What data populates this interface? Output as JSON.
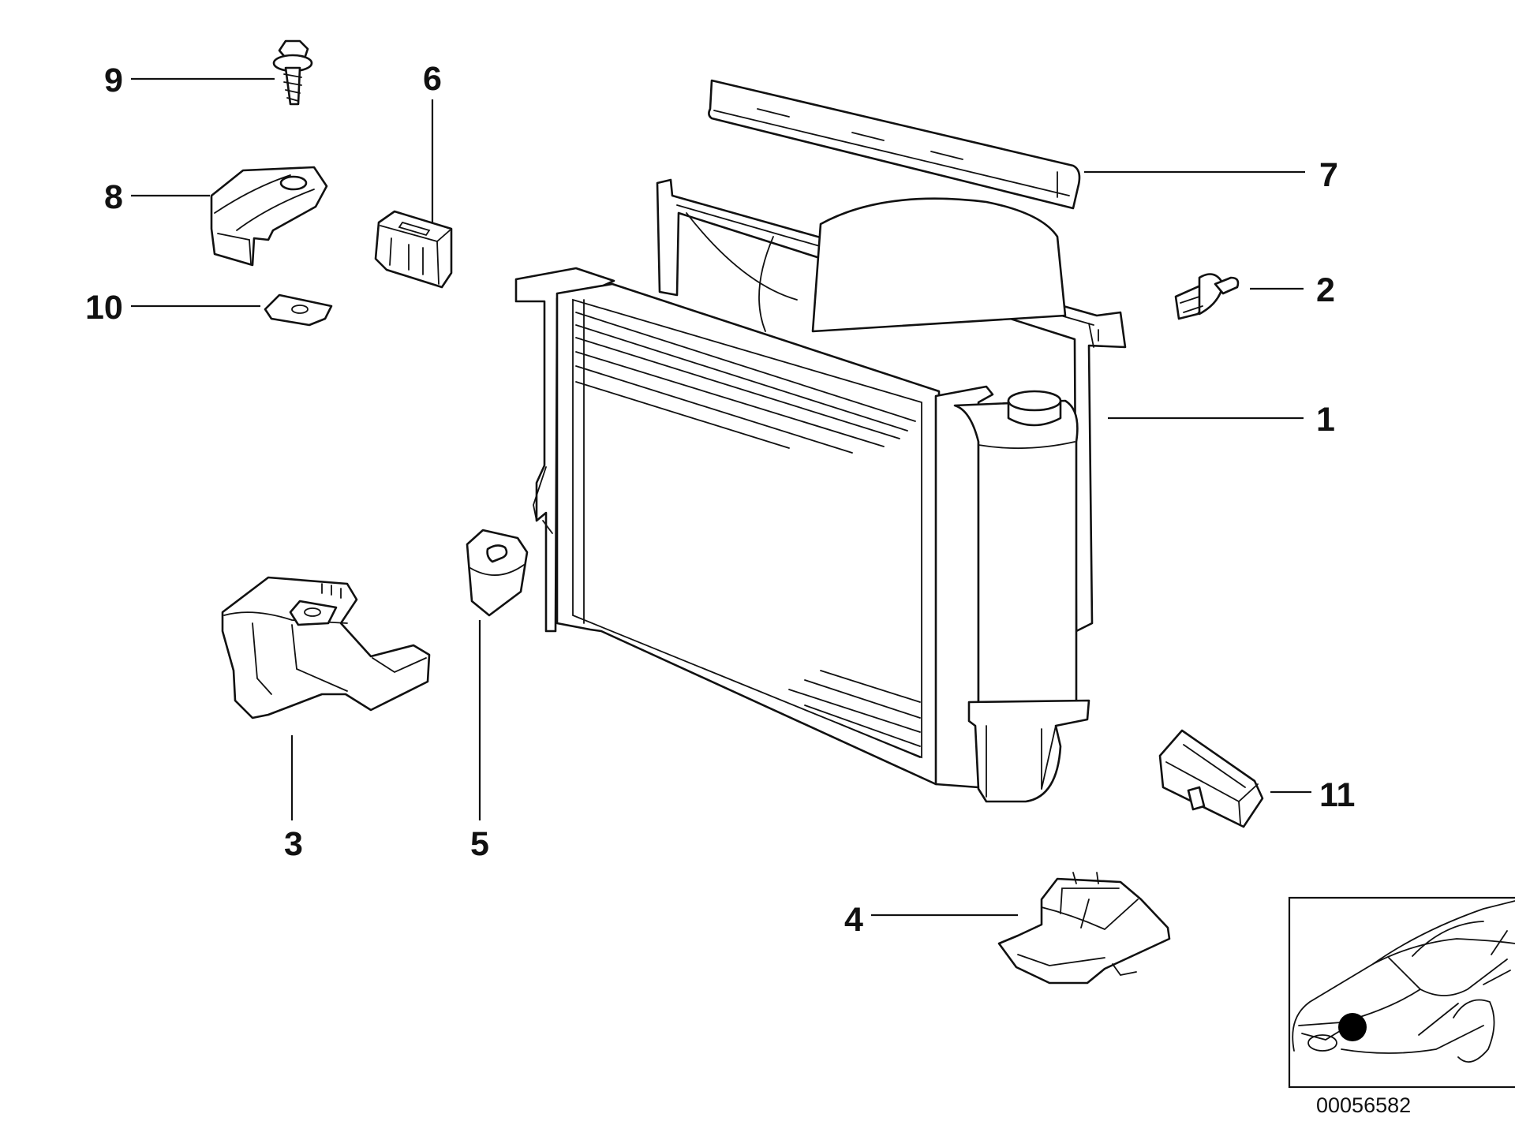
{
  "callouts": [
    {
      "id": "1",
      "label": "1"
    },
    {
      "id": "2",
      "label": "2"
    },
    {
      "id": "3",
      "label": "3"
    },
    {
      "id": "4",
      "label": "4"
    },
    {
      "id": "5",
      "label": "5"
    },
    {
      "id": "6",
      "label": "6"
    },
    {
      "id": "7",
      "label": "7"
    },
    {
      "id": "8",
      "label": "8"
    },
    {
      "id": "9",
      "label": "9"
    },
    {
      "id": "10",
      "label": "10"
    },
    {
      "id": "11",
      "label": "11"
    }
  ],
  "reference_number": "00056582",
  "colors": {
    "line": "#111111",
    "background": "#ffffff",
    "marker": "#000000"
  }
}
